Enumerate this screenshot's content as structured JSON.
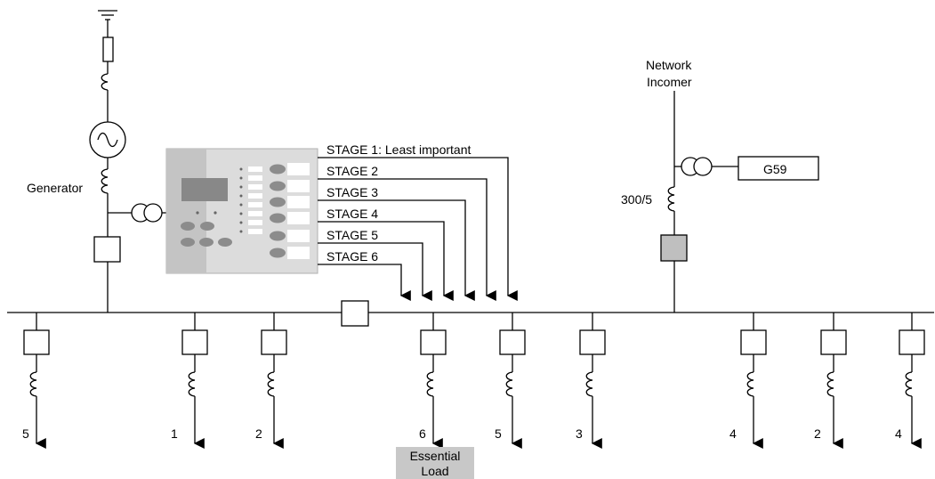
{
  "generator": {
    "label": "Generator"
  },
  "network": {
    "label_line1": "Network",
    "label_line2": "Incomer",
    "ct_ratio": "300/5",
    "protection_label": "G59"
  },
  "stages": [
    {
      "label": "STAGE 1: Least important"
    },
    {
      "label": "STAGE 2"
    },
    {
      "label": "STAGE 3"
    },
    {
      "label": "STAGE 4"
    },
    {
      "label": "STAGE 5"
    },
    {
      "label": "STAGE 6"
    }
  ],
  "feeders": [
    {
      "stage": "5"
    },
    {
      "stage": "1"
    },
    {
      "stage": "2"
    },
    {
      "stage": "6"
    },
    {
      "stage": "5"
    },
    {
      "stage": "3"
    },
    {
      "stage": "4"
    },
    {
      "stage": "2"
    },
    {
      "stage": "4"
    }
  ],
  "essential_load": {
    "line1": "Essential",
    "line2": "Load"
  },
  "colors": {
    "relay_body": "#dcdcdc",
    "relay_side": "#c4c4c4",
    "relay_display": "#888888",
    "relay_button": "#8c8c8c",
    "incomer_breaker": "#bfbfbf",
    "essential_load_bg": "#c8c8c8"
  }
}
